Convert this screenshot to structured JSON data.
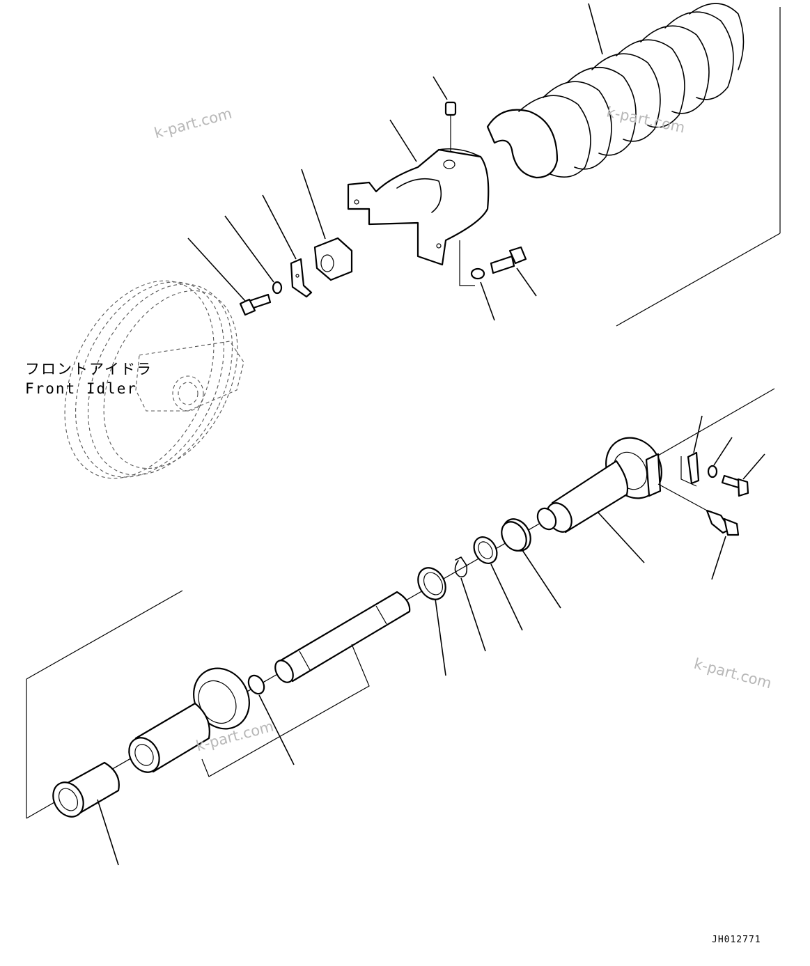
{
  "diagram": {
    "idler_label_jp": "フロントアイドラ",
    "idler_label_en": "Front Idler",
    "drawing_code": "JH012771"
  },
  "watermarks": [
    "k-part.com",
    "k-part.com",
    "k-part.com",
    "k-part.com"
  ]
}
